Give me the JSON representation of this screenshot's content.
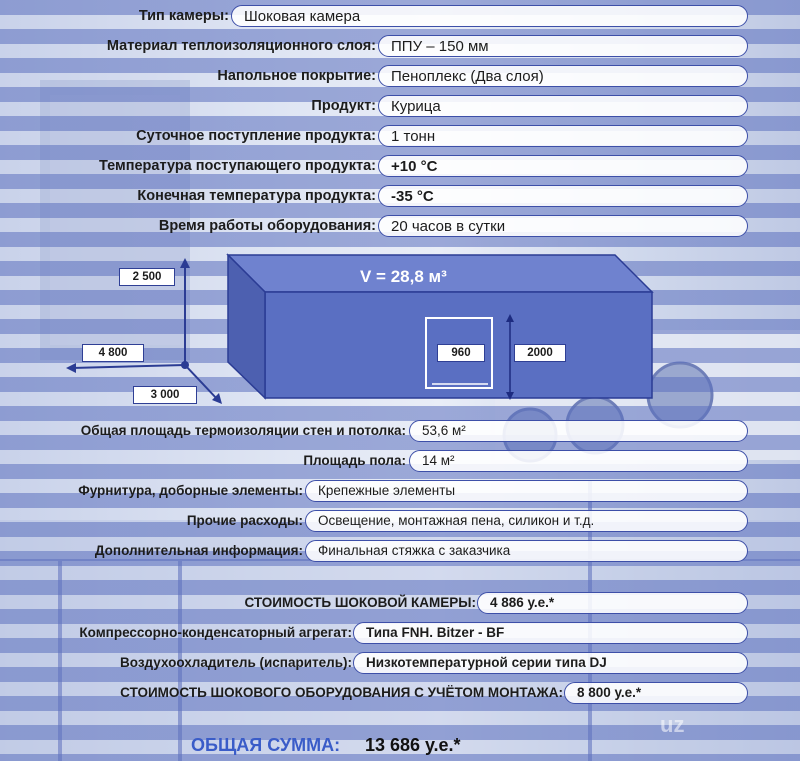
{
  "params": [
    {
      "label": "Тип камеры:",
      "value": "Шоковая камера"
    },
    {
      "label": "Материал теплоизоляционного слоя:",
      "value": "ППУ – 150 мм"
    },
    {
      "label": "Напольное покрытие:",
      "value": "Пеноплекс (Два слоя)"
    },
    {
      "label": "Продукт:",
      "value": "Курица"
    },
    {
      "label": "Суточное поступление продукта:",
      "value": "1 тонн"
    },
    {
      "label": "Температура поступающего продукта:",
      "value": "+10 °С"
    },
    {
      "label": "Конечная температура продукта:",
      "value": "-35 °С"
    },
    {
      "label": "Время работы оборудования:",
      "value": "20 часов в сутки"
    }
  ],
  "diagram": {
    "volume": "V = 28,8 м³",
    "height": "2 500",
    "length": "4 800",
    "width": "3 000",
    "door_width": "960",
    "door_height": "2000",
    "box_color": "#5a6fc2"
  },
  "area": [
    {
      "label": "Общая площадь термоизоляции стен и потолка:",
      "value": "53,6 м²"
    },
    {
      "label": "Площадь пола:",
      "value": "14 м²"
    },
    {
      "label": "Фурнитура, доборные элементы:",
      "value": "Крепежные элементы"
    },
    {
      "label": "Прочие расходы:",
      "value": "Освещение, монтажная пена, силикон и т.д."
    },
    {
      "label": "Дополнительная информация:",
      "value": "Финальная стяжка с заказчика"
    }
  ],
  "costs": [
    {
      "label": "СТОИМОСТЬ ШОКОВОЙ КАМЕРЫ:",
      "value": "4 886 у.е.*"
    },
    {
      "label": "Компрессорно-конденсаторный агрегат:",
      "value": "Типа FNH. Bitzer - BF"
    },
    {
      "label": "Воздухоохладитель (испаритель):",
      "value": "Низкотемпературной серии типа DJ"
    },
    {
      "label": "СТОИМОСТЬ ШОКОВОГО ОБОРУДОВАНИЯ С УЧЁТОМ МОНТАЖА:",
      "value": "8 800 у.е.*"
    }
  ],
  "total": {
    "label": "ОБЩАЯ СУММА:",
    "value": "13 686 у.е.*"
  },
  "watermark": "uz"
}
